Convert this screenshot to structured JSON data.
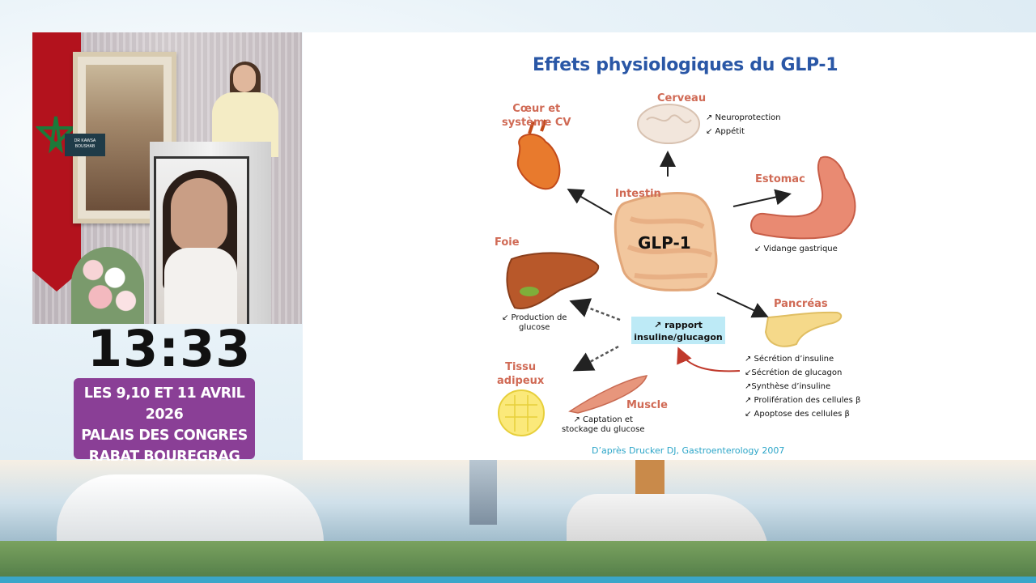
{
  "clock": {
    "time": "13:33"
  },
  "event": {
    "line1": "LES 9,10 ET 11 AVRIL 2026",
    "line2": "PALAIS DES CONGRES",
    "line3": "RABAT BOUREGRAG"
  },
  "slide": {
    "title": "Effets physiologiques du GLP-1",
    "center_label": "Intestin",
    "center_hormone": "GLP-1",
    "organs": {
      "heart": "Cœur et\nsystème CV",
      "brain": "Cerveau",
      "stomach": "Estomac",
      "liver": "Foie",
      "pancreas": "Pancréas",
      "adipose": "Tissu\nadipeux",
      "muscle": "Muscle"
    },
    "effects": {
      "brain": [
        "↗ Neuroprotection",
        "↙ Appétit"
      ],
      "stomach": [
        "↙ Vidange gastrique"
      ],
      "liver": [
        "↙ Production de",
        "glucose"
      ],
      "pancreas": [
        "↗ Sécrétion d’insuline",
        "↙Sécrétion de glucagon",
        "↗Synthèse d’insuline",
        "↗ Prolifération des cellules β",
        "↙ Apoptose des cellules β"
      ],
      "muscle": [
        "↗ Captation et",
        "stockage du glucose"
      ]
    },
    "ratio": [
      "↗ rapport",
      "insuline/glucagon"
    ],
    "source": "D’après Drucker DJ, Gastroenterology 2007"
  },
  "podium": {
    "name_plate": "DR KAWSA BOUSHAB"
  },
  "colors": {
    "title": "#2a57a6",
    "organ_label": "#d06a55",
    "event_box": "#8a3f96",
    "ratio_box": "#bdeaf6",
    "source": "#2ba5c8"
  }
}
